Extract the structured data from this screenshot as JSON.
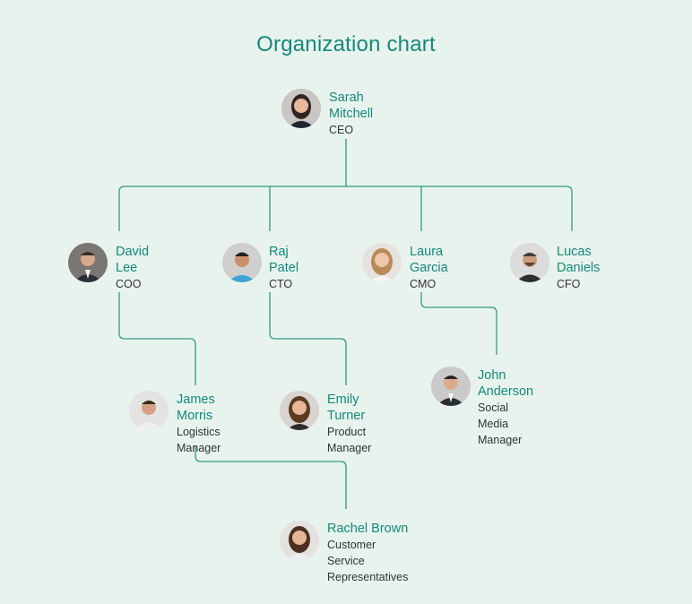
{
  "title": "Organization chart",
  "colors": {
    "background": "#e8f3ee",
    "accent": "#14897a",
    "line": "#2f9a86",
    "role_text": "#333333"
  },
  "people": {
    "ceo": {
      "name": "Sarah Mitchell",
      "role": "CEO"
    },
    "coo": {
      "name": "David Lee",
      "role": "COO"
    },
    "cto": {
      "name": "Raj Patel",
      "role": "CTO"
    },
    "cmo": {
      "name": "Laura Garcia",
      "role": "CMO"
    },
    "cfo": {
      "name": "Lucas Daniels",
      "role": "CFO"
    },
    "logistics": {
      "name": "James Morris",
      "role_lines": [
        "Logistics",
        "Manager"
      ]
    },
    "product": {
      "name": "Emily Turner",
      "role_lines": [
        "Product",
        "Manager"
      ]
    },
    "social": {
      "name_lines": [
        "John",
        "Anderson"
      ],
      "role_lines": [
        "Social Media",
        "Manager"
      ]
    },
    "service": {
      "name": "Rachel Brown",
      "role_lines": [
        "Customer",
        "Service",
        "Representatives"
      ]
    }
  }
}
